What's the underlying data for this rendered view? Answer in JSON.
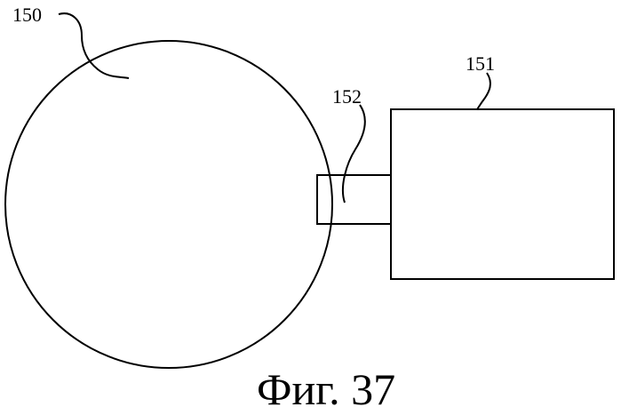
{
  "figure": {
    "caption": "Фиг. 37",
    "components": [
      {
        "ref": "150",
        "shape": "circle"
      },
      {
        "ref": "151",
        "shape": "rectangle"
      },
      {
        "ref": "152",
        "shape": "connector"
      }
    ]
  }
}
